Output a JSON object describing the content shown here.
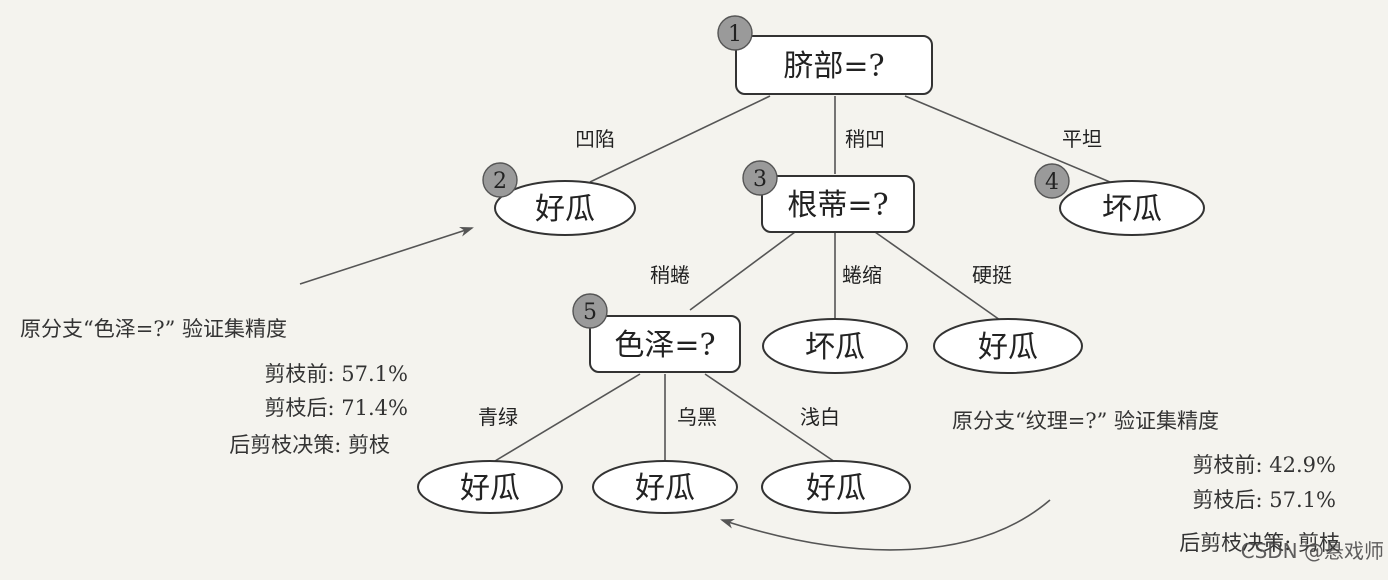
{
  "nodes": {
    "root": {
      "badge": "1",
      "label": "脐部=?"
    },
    "n2": {
      "badge": "2",
      "label": "好瓜"
    },
    "n3": {
      "badge": "3",
      "label": "根蒂=?"
    },
    "n4": {
      "badge": "4",
      "label": "坏瓜"
    },
    "n5": {
      "badge": "5",
      "label": "色泽=?"
    },
    "n3b": {
      "label": "坏瓜"
    },
    "n3c": {
      "label": "好瓜"
    },
    "n5a": {
      "label": "好瓜"
    },
    "n5b": {
      "label": "好瓜"
    },
    "n5c": {
      "label": "好瓜"
    }
  },
  "edges": {
    "root_n2": "凹陷",
    "root_n3": "稍凹",
    "root_n4": "平坦",
    "n3_n5": "稍蜷",
    "n3_n3b": "蜷缩",
    "n3_n3c": "硬挺",
    "n5_n5a": "青绿",
    "n5_n5b": "乌黑",
    "n5_n5c": "浅白"
  },
  "annotation_left": {
    "title": "原分支“色泽=?” 验证集精度",
    "before": "剪枝前: 57.1%",
    "after": "剪枝后: 71.4%",
    "decision": "后剪枝决策: 剪枝"
  },
  "annotation_right": {
    "title": "原分支“纹理=?” 验证集精度",
    "before": "剪枝前: 42.9%",
    "after": "剪枝后: 57.1%",
    "decision": "后剪枝决策: 剪枝"
  },
  "watermark": "CSDN @悬戏师"
}
